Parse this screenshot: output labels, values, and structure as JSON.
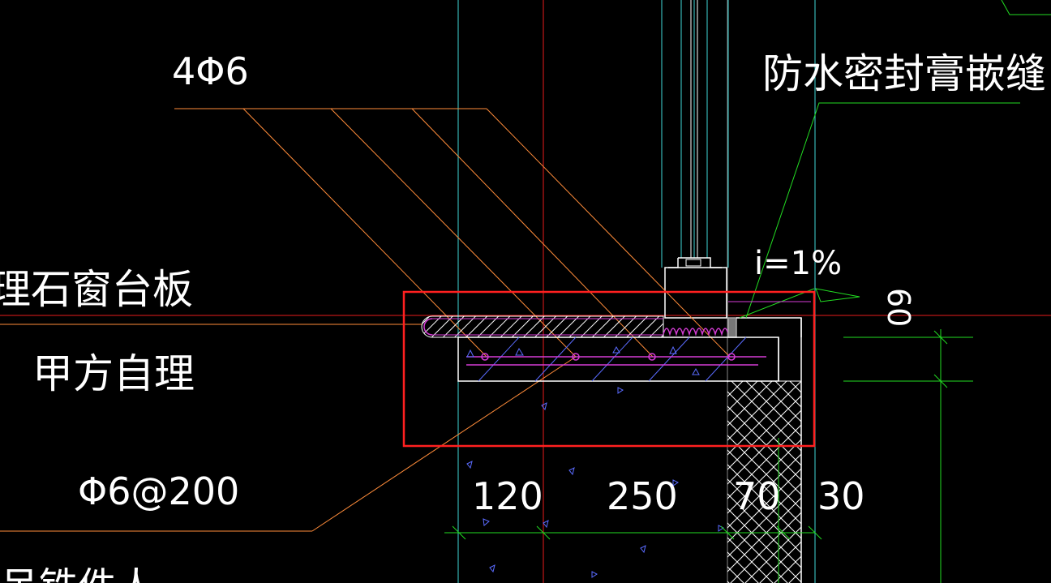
{
  "labels": {
    "rebar_top": "4Φ6",
    "waterproof_sealant": "防水密封膏嵌缝",
    "slope": "i=1%",
    "marble_sill": "理石窗台板",
    "owner_supplied": "甲方自理",
    "rebar_stirrup": "Φ6@200",
    "right_dim": "60",
    "bottom_cut_text": "吊铁件人"
  },
  "dimensions": [
    "120",
    "250",
    "70",
    "30"
  ],
  "colors": {
    "background": "#000000",
    "text": "#ffffff",
    "leader_orange": "#ff8c3a",
    "green": "#22dd22",
    "cyan": "#3fd8d8",
    "red": "#e81b1b",
    "magenta": "#d63cd6",
    "blue": "#5a6bff",
    "highlight_box": "#ff2020"
  }
}
